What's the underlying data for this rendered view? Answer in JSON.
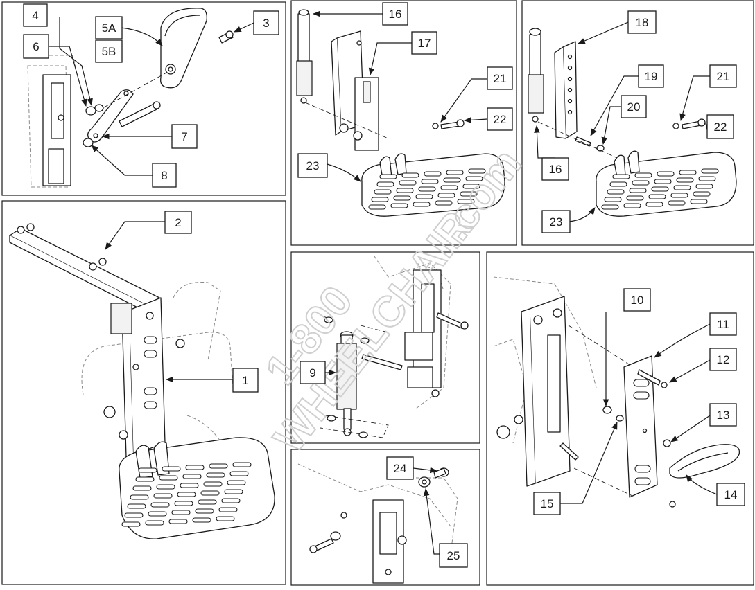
{
  "watermark": {
    "line1": "1-800",
    "line2": "WHEELCHAIR",
    "suffix": ".com"
  },
  "callouts": [
    {
      "panel": "armrest",
      "label": "4"
    },
    {
      "panel": "armrest",
      "label": "5A"
    },
    {
      "panel": "armrest",
      "label": "5B"
    },
    {
      "panel": "armrest",
      "label": "3"
    },
    {
      "panel": "armrest",
      "label": "6"
    },
    {
      "panel": "armrest",
      "label": "7"
    },
    {
      "panel": "armrest",
      "label": "8"
    },
    {
      "panel": "footplate-a",
      "label": "16"
    },
    {
      "panel": "footplate-a",
      "label": "17"
    },
    {
      "panel": "footplate-a",
      "label": "21"
    },
    {
      "panel": "footplate-a",
      "label": "22"
    },
    {
      "panel": "footplate-a",
      "label": "23"
    },
    {
      "panel": "footplate-b",
      "label": "18"
    },
    {
      "panel": "footplate-b",
      "label": "19"
    },
    {
      "panel": "footplate-b",
      "label": "21"
    },
    {
      "panel": "footplate-b",
      "label": "20"
    },
    {
      "panel": "footplate-b",
      "label": "22"
    },
    {
      "panel": "footplate-b",
      "label": "16"
    },
    {
      "panel": "footplate-b",
      "label": "23"
    },
    {
      "panel": "main-assembly",
      "label": "2"
    },
    {
      "panel": "main-assembly",
      "label": "1"
    },
    {
      "panel": "actuator",
      "label": "9"
    },
    {
      "panel": "bracket",
      "label": "10"
    },
    {
      "panel": "bracket",
      "label": "11"
    },
    {
      "panel": "bracket",
      "label": "12"
    },
    {
      "panel": "bracket",
      "label": "13"
    },
    {
      "panel": "bracket",
      "label": "15"
    },
    {
      "panel": "bracket",
      "label": "14"
    },
    {
      "panel": "spacer",
      "label": "24"
    },
    {
      "panel": "spacer",
      "label": "25"
    }
  ]
}
